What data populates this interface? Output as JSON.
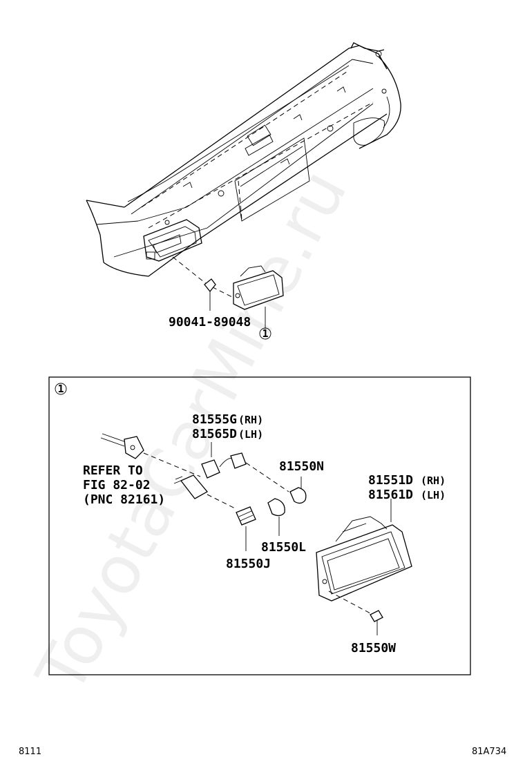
{
  "watermark": "ToyotaCarMine.ru",
  "upper": {
    "bolt_part_number": "90041-89048",
    "detail_ref": "1"
  },
  "detail_box": {
    "ref": "1",
    "refer_note": [
      "REFER TO",
      "FIG 82-02",
      "(PNC 82161)"
    ],
    "socket_rh": {
      "number": "81555G",
      "side": "(RH)"
    },
    "socket_lh": {
      "number": "81565D",
      "side": "(LH)"
    },
    "bulb_small": "81550N",
    "bulb_large": "81550L",
    "socket_small": "81550J",
    "lamp_rh": {
      "number": "81551D",
      "side": "(RH)"
    },
    "lamp_lh": {
      "number": "81561D",
      "side": "(LH)"
    },
    "screw": "81550W"
  },
  "footer": {
    "page_code": "8111",
    "figure_id": "81A734"
  }
}
